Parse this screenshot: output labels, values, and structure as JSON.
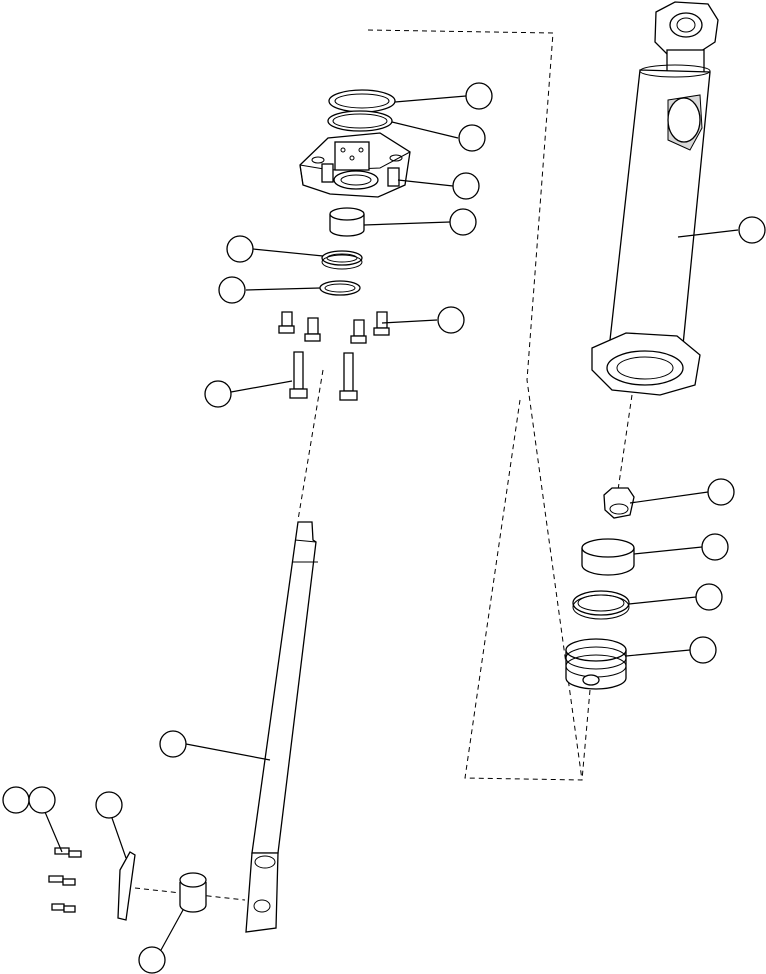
{
  "diagram": {
    "kind": "exploded-parts-view",
    "callout_numbers": [],
    "parts": [
      {
        "name": "wiper-ring",
        "icon": "ring-icon"
      },
      {
        "name": "rod-seal",
        "icon": "ring-icon"
      },
      {
        "name": "cylinder-head",
        "icon": "head-icon"
      },
      {
        "name": "bushing",
        "icon": "bushing-icon"
      },
      {
        "name": "buffer-ring",
        "icon": "ring-icon"
      },
      {
        "name": "o-ring",
        "icon": "ring-icon"
      },
      {
        "name": "short-bolts",
        "icon": "bolt-icon"
      },
      {
        "name": "long-bolts",
        "icon": "bolt-icon"
      },
      {
        "name": "piston-rod",
        "icon": "rod-icon"
      },
      {
        "name": "cylinder-barrel",
        "icon": "barrel-icon"
      },
      {
        "name": "nut",
        "icon": "nut-icon"
      },
      {
        "name": "wear-ring",
        "icon": "ring-icon"
      },
      {
        "name": "piston-seal",
        "icon": "ring-icon"
      },
      {
        "name": "piston",
        "icon": "piston-icon"
      },
      {
        "name": "rod-end-bushing",
        "icon": "bushing-icon"
      },
      {
        "name": "plate",
        "icon": "plate-icon"
      },
      {
        "name": "screws",
        "icon": "screw-icon"
      }
    ]
  }
}
